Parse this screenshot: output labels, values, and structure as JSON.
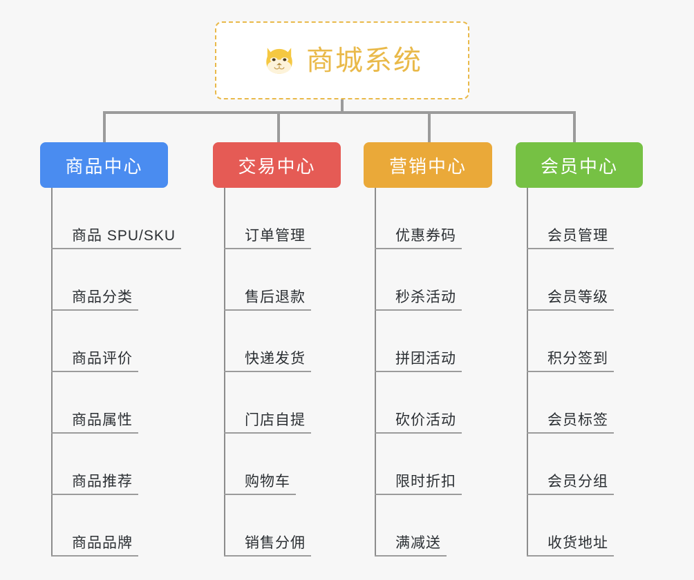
{
  "diagram": {
    "type": "mindmap-org-chart",
    "background_color": "#f7f7f7",
    "root": {
      "title": "商城系统",
      "icon": "dog-face-icon",
      "icon_emoji": "🐶",
      "border_color": "#e9b949",
      "text_color": "#e9b949",
      "background_color": "#ffffff",
      "border_style": "dashed"
    },
    "connector_color": "#9b9b9b",
    "trunk_color": "#8c8c8c",
    "leaf_underline_color": "#9b9b9b",
    "leaf_text_color": "#2b2f33",
    "categories": [
      {
        "label": "商品中心",
        "color": "#4a8cf0",
        "items": [
          "商品 SPU/SKU",
          "商品分类",
          "商品评价",
          "商品属性",
          "商品推荐",
          "商品品牌"
        ]
      },
      {
        "label": "交易中心",
        "color": "#e55b55",
        "items": [
          "订单管理",
          "售后退款",
          "快递发货",
          "门店自提",
          "购物车",
          "销售分佣"
        ]
      },
      {
        "label": "营销中心",
        "color": "#eaa939",
        "items": [
          "优惠券码",
          "秒杀活动",
          "拼团活动",
          "砍价活动",
          "限时折扣",
          "满减送"
        ]
      },
      {
        "label": "会员中心",
        "color": "#76c144",
        "items": [
          "会员管理",
          "会员等级",
          "积分签到",
          "会员标签",
          "会员分组",
          "收货地址"
        ]
      }
    ]
  }
}
